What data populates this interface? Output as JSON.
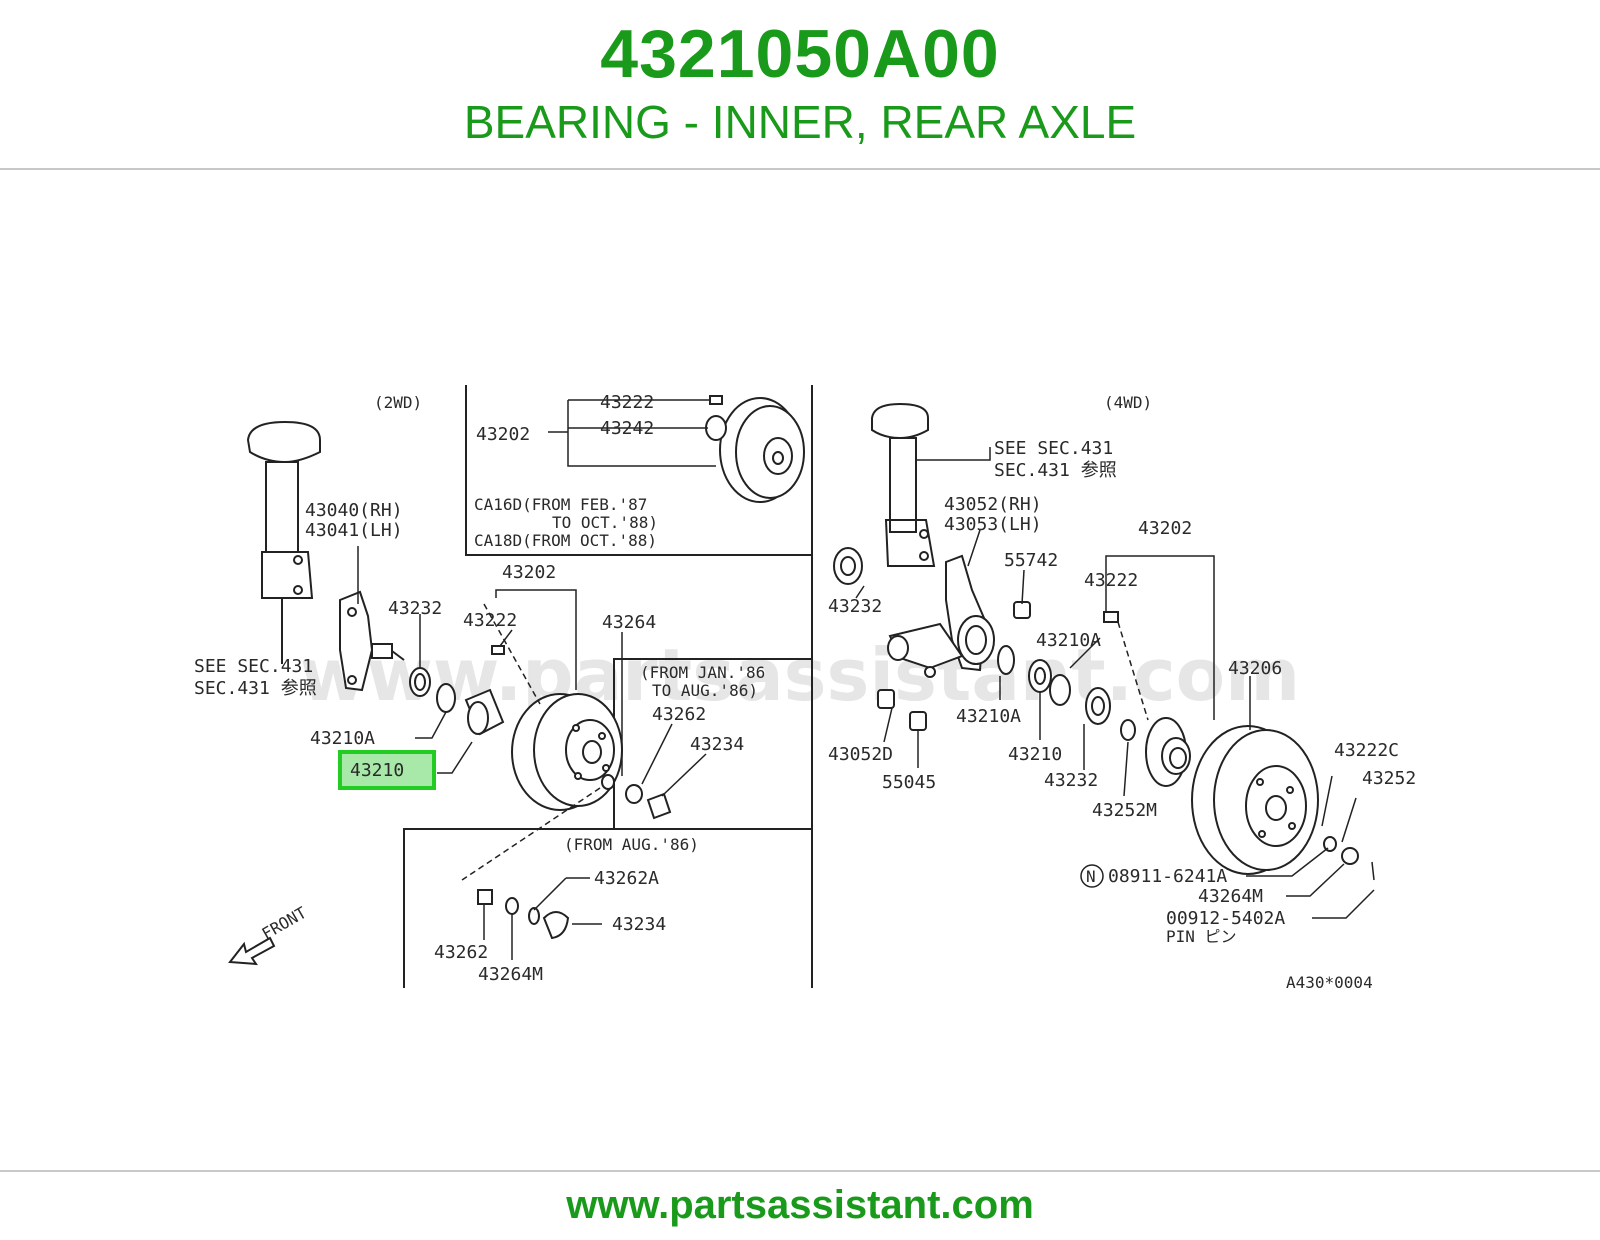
{
  "header": {
    "part_number": "4321050A00",
    "description": "BEARING - INNER, REAR AXLE"
  },
  "footer": {
    "url": "www.partsassistant.com"
  },
  "diagram": {
    "watermark": "www.partsassistant.com",
    "highlight_color": "#22cc22",
    "brand_color": "#1a9a1a",
    "left_section": "(2WD)",
    "right_section": "(4WD)",
    "labels_2wd": {
      "see_sec": "SEE SEC.431",
      "sec_ref": "SEC.431 参照",
      "knuckle_rh": "43040(RH)",
      "knuckle_lh": "43041(LH)",
      "p43232": "43232",
      "p43222": "43222",
      "p43202": "43202",
      "p43264": "43264",
      "p43210a": "43210A",
      "p43210": "43210",
      "from_jan86": "(FROM JAN.'86",
      "to_aug86": "TO AUG.'86)",
      "p43262": "43262",
      "p43234": "43234",
      "from_aug86": "(FROM AUG.'86)",
      "p43262a": "43262A",
      "p43234b": "43234",
      "p43262b": "43262",
      "p43264m": "43264M",
      "front": "FRONT"
    },
    "labels_disc": {
      "p43222": "43222",
      "p43242": "43242",
      "p43202": "43202",
      "ca16d_a": "CA16D(FROM FEB.'87",
      "ca16d_b": "TO OCT.'88)",
      "ca18d": "CA18D(FROM OCT.'88)"
    },
    "labels_4wd": {
      "see_sec": "SEE SEC.431",
      "sec_ref": "SEC.431 参照",
      "knuckle_rh": "43052(RH)",
      "knuckle_lh": "43053(LH)",
      "p55742": "55742",
      "p43232a": "43232",
      "p43202": "43202",
      "p43222": "43222",
      "p43210a_a": "43210A",
      "p43206": "43206",
      "p43210a_b": "43210A",
      "p43052d": "43052D",
      "p55045": "55045",
      "p43210": "43210",
      "p43232b": "43232",
      "p43222c": "43222C",
      "p43252": "43252",
      "p43252m": "43252M",
      "nut": "08911-6241A",
      "nut_prefix": "N",
      "p43264m": "43264M",
      "pin_no": "00912-5402A",
      "pin_name": "PIN ピン"
    },
    "figure_code": "A430*0004"
  }
}
